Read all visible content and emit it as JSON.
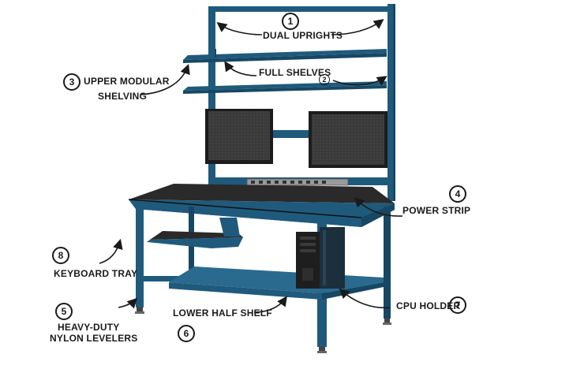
{
  "callouts": [
    {
      "id": "dual-uprights",
      "number": "1",
      "label": "DUAL UPRIGHTS"
    },
    {
      "id": "full-shelves",
      "number": "2",
      "label": "FULL SHELVES"
    },
    {
      "id": "upper-modular-shelving",
      "number": "3",
      "label_line1": "UPPER MODULAR",
      "label_line2": "SHELVING"
    },
    {
      "id": "power-strip",
      "number": "4",
      "label": "POWER STRIP"
    },
    {
      "id": "heavy-duty-nylon-levelers",
      "number": "5",
      "label_line1": "HEAVY-DUTY",
      "label_line2": "NYLON LEVELERS"
    },
    {
      "id": "lower-half-shelf",
      "number": "6",
      "label": "LOWER HALF SHELF"
    },
    {
      "id": "cpu-holder",
      "number": "7",
      "label": "CPU HOLDER"
    },
    {
      "id": "keyboard-tray",
      "number": "8",
      "label": "KEYBOARD TRAY"
    }
  ],
  "colors": {
    "frame": "#1f5a7c",
    "frame_dark": "#174763",
    "frame_light": "#2c6f95",
    "worktop": "#2a2a2a",
    "monitor": "#1c1c1c",
    "screen": "#3a3a3a",
    "cpu": "#1e1e1e",
    "arrow": "#1a1a1a"
  }
}
